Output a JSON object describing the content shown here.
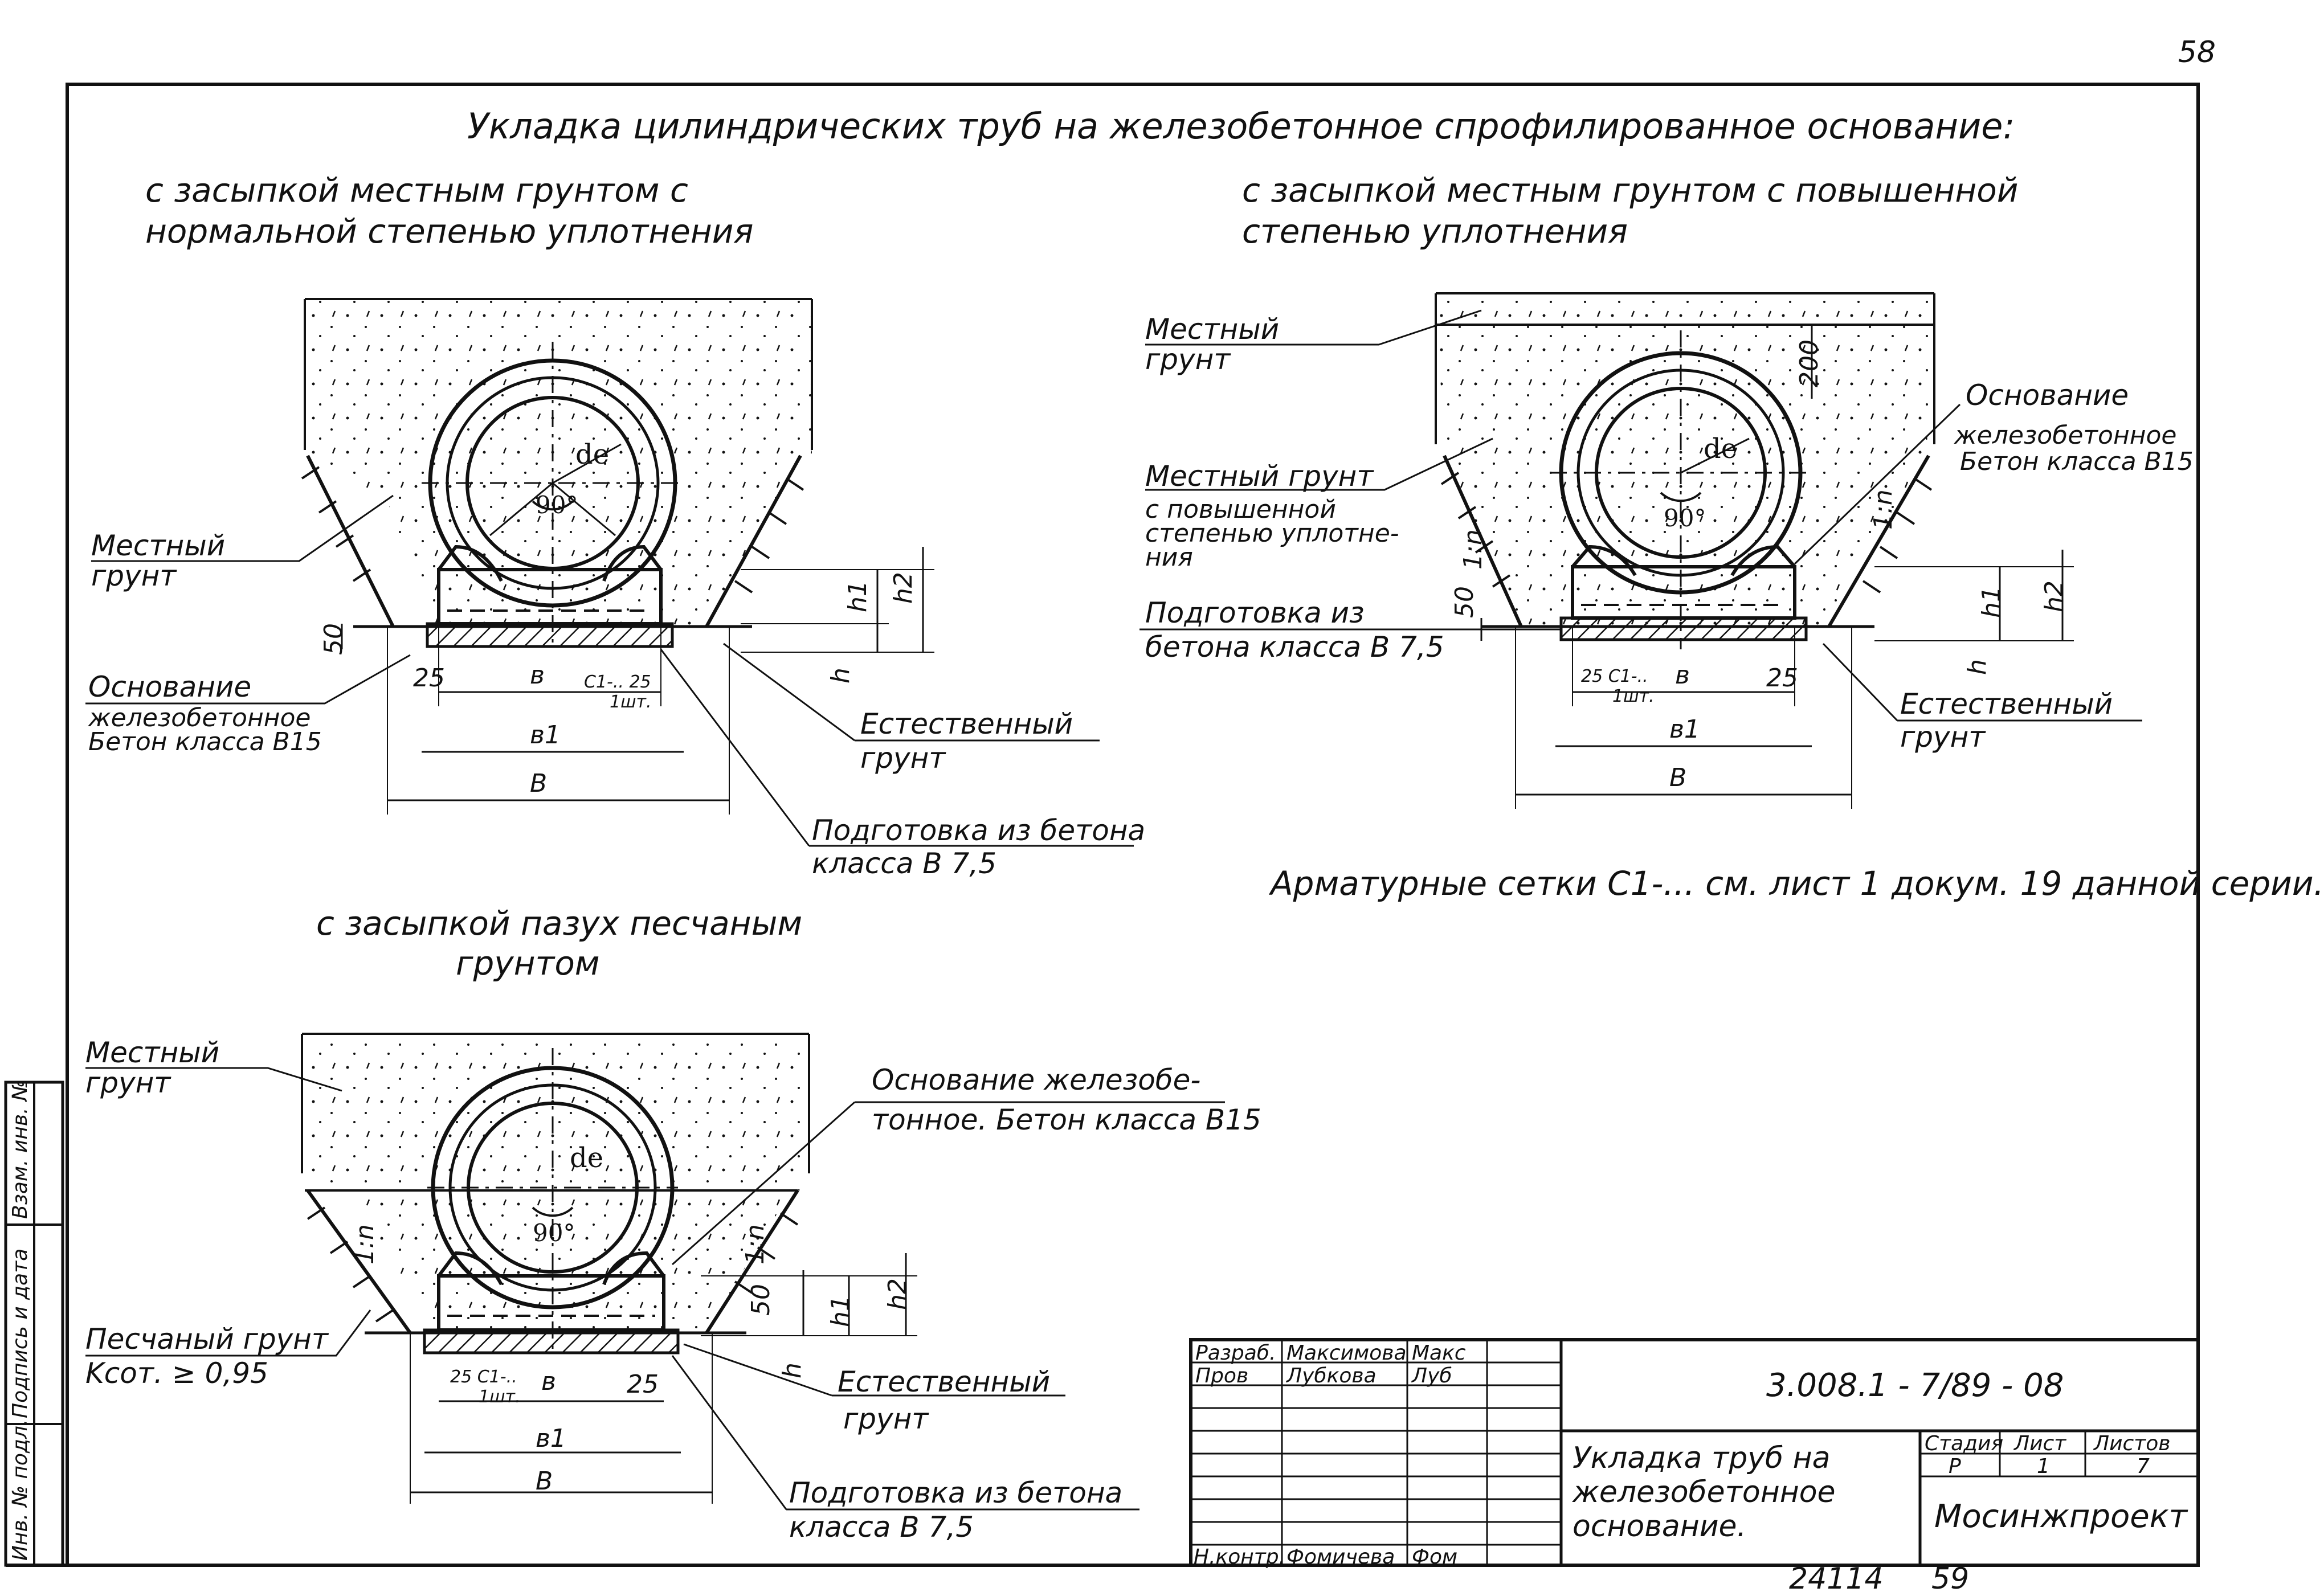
{
  "sheet": {
    "page_number": "58",
    "bottom_code": "24114",
    "bottom_page": "59",
    "main_title": "Укладка цилиндрических труб на железобетонное спрофилированное основание:"
  },
  "section_a": {
    "title_line1": "с засыпкой местным грунтом с",
    "title_line2": "нормальной степенью уплотнения",
    "label_local_soil_1": "Местный",
    "label_local_soil_2": "грунт",
    "label_base_1": "Основание",
    "label_base_2": "железобетонное",
    "label_base_3": "Бетон класса В15",
    "label_natural_1": "Естественный",
    "label_natural_2": "грунт",
    "label_prep_1": "Подготовка из бетона",
    "label_prep_2": "класса В 7,5",
    "de": "de",
    "angle": "90°",
    "dim_50": "50",
    "dim_25": "25",
    "dim_b": "в",
    "dim_b1": "в1",
    "dim_B": "В",
    "dim_c1": "С1-.. 25",
    "dim_c1_qty": "1шт.",
    "dim_h": "h",
    "dim_h1": "h1",
    "dim_h2": "h2"
  },
  "section_b": {
    "title_line1": "с засыпкой местным грунтом с повышенной",
    "title_line2": "степенью уплотнения",
    "label_local_soil_1": "Местный",
    "label_local_soil_2": "грунт",
    "label_compacted_1": "Местный грунт",
    "label_compacted_2": "с повышенной",
    "label_compacted_3": "степенью уплотне-",
    "label_compacted_4": "ния",
    "label_prep_1": "Подготовка из",
    "label_prep_2": "бетона класса В 7,5",
    "label_base_1": "Основание",
    "label_base_2": "железобетонное",
    "label_base_3": "Бетон класса В15",
    "label_natural_1": "Естественный",
    "label_natural_2": "грунт",
    "de": "de",
    "angle": "90°",
    "dim_200": "200",
    "dim_50": "50",
    "dim_25": "25",
    "dim_c1": "25 С1-..",
    "dim_c1_qty": "1шт.",
    "dim_b": "в",
    "dim_b1": "в1",
    "dim_B": "В",
    "dim_h": "h",
    "dim_h1": "h1",
    "dim_h2": "h2",
    "slope": "1:n",
    "note": "Арматурные сетки С1-... см. лист 1 докум. 19 данной серии."
  },
  "section_c": {
    "title_line1": "с засыпкой пазух песчаным",
    "title_line2": "грунтом",
    "label_local_soil_1": "Местный",
    "label_local_soil_2": "грунт",
    "label_base_1": "Основание железобе-",
    "label_base_2": "тонное. Бетон класса В15",
    "label_sand_1": "Песчаный грунт",
    "label_sand_2": "Kсот. ≥ 0,95",
    "label_natural_1": "Естественный",
    "label_natural_2": "грунт",
    "label_prep_1": "Подготовка из бетона",
    "label_prep_2": "класса В 7,5",
    "de": "de",
    "angle": "90°",
    "dim_50": "50",
    "dim_25": "25",
    "dim_c1": "25 С1-..",
    "dim_c1_qty": "1шт.",
    "dim_b": "в",
    "dim_b1": "в1",
    "dim_B": "В",
    "dim_h": "h",
    "dim_h1": "h1",
    "dim_h2": "h2",
    "slope": "1:n"
  },
  "side_stamp": {
    "inv_podl": "Инв. № подл.",
    "podpis_data": "Подпись и дата",
    "vzam_inv": "Взам. инв. №"
  },
  "title_block": {
    "razrab_role": "Разраб.",
    "razrab_name": "Максимова",
    "razrab_sign": "Макс",
    "prov_role": "Пров",
    "prov_name": "Лубкова",
    "prov_sign": "Луб",
    "nkontr_role": "Н.контр.",
    "nkontr_name": "Фомичева",
    "nkontr_sign": "Фом",
    "doc_code": "3.008.1 - 7/89 - 08",
    "doc_title_1": "Укладка труб на",
    "doc_title_2": "железобетонное",
    "doc_title_3": "основание.",
    "stage_head": "Стадия",
    "sheet_head": "Лист",
    "sheets_head": "Листов",
    "stage": "Р",
    "sheet": "1",
    "sheets": "7",
    "org": "Мосинжпроект"
  }
}
